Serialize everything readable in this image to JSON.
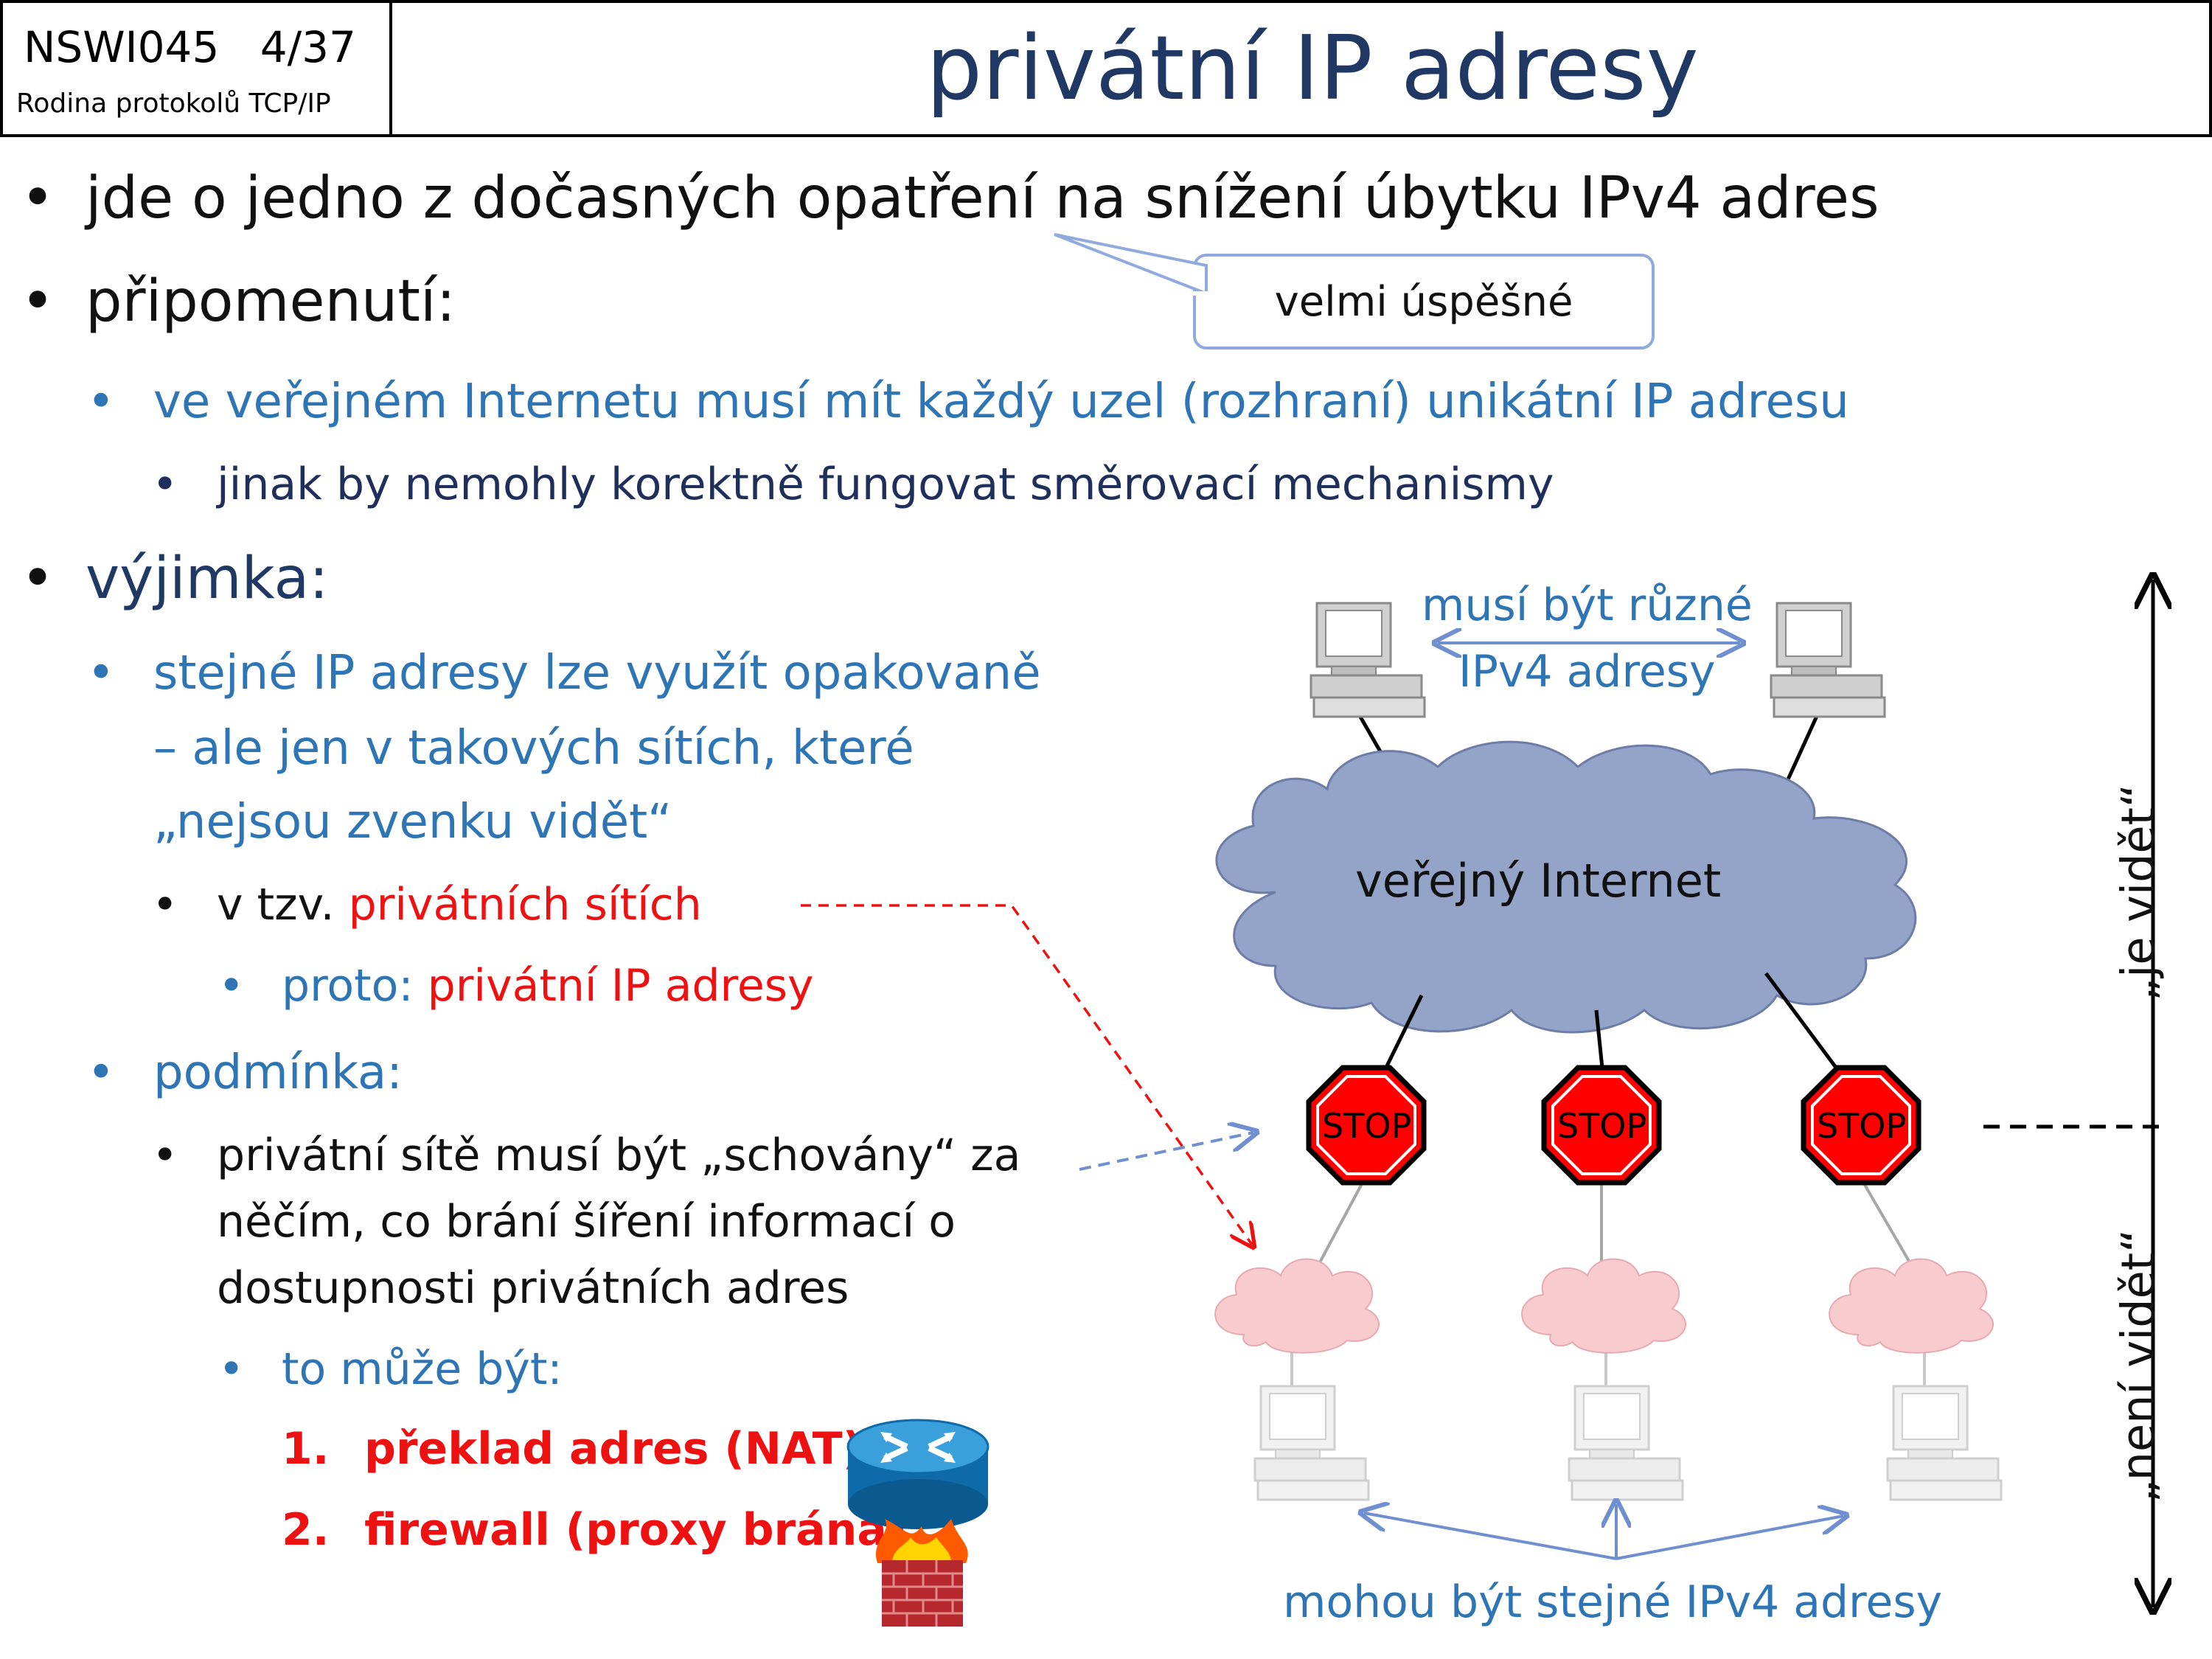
{
  "header": {
    "course_code": "NSWI045",
    "page": "4/37",
    "subtitle": "Rodina protokolů TCP/IP",
    "title": "privátní IP adresy"
  },
  "bullets": {
    "b1": "jde o jedno z dočasných opatření na snížení úbytku IPv4 adres",
    "callout": "velmi úspěšné",
    "b2": "připomenutí:",
    "b2_1": "ve veřejném Internetu musí mít každý uzel (rozhraní) unikátní IP adresu",
    "b2_1_1": "jinak by nemohly korektně fungovat směrovací mechanismy",
    "b3": "výjimka:",
    "b3_1_line1": "stejné IP adresy lze využít opakovaně",
    "b3_1_line2": "– ale jen v takových sítích, které",
    "b3_1_line3": "„nejsou zvenku vidět“",
    "b3_1_1_prefix": "v tzv. ",
    "b3_1_1_red": "privátních sítích",
    "b3_1_1_1_prefix": "proto: ",
    "b3_1_1_1_red": "privátní IP adresy",
    "b3_2": "podmínka:",
    "b3_2_1_line1": "privátní sítě musí být „schovány“ za",
    "b3_2_1_line2": "něčím, co brání šíření informací o",
    "b3_2_1_line3": "dostupnosti privátních adres",
    "b3_2_1_1": "to může být:",
    "opt1_num": "1.",
    "opt1": "překlad adres (NAT)",
    "opt2_num": "2.",
    "opt2": "firewall (proxy brána)"
  },
  "diagram": {
    "top_label_line1": "musí být různé",
    "top_label_line2": "IPv4 adresy",
    "cloud_label": "veřejný Internet",
    "stop_label": "STOP",
    "bottom_label": "mohou být stejné IPv4 adresy",
    "visible_label": "„je vidět“",
    "hidden_label": "„není vidět“"
  },
  "icons": [
    "computer-icon",
    "cloud-icon",
    "stop-sign-icon",
    "router-icon",
    "firewall-icon"
  ],
  "colors": {
    "title": "#1f3864",
    "accent_blue": "#2e75b6",
    "red": "#ee1111",
    "cloud_blue": "#94a3c8",
    "cloud_pink": "#f8cbcf",
    "stop_red": "#ff0000"
  }
}
